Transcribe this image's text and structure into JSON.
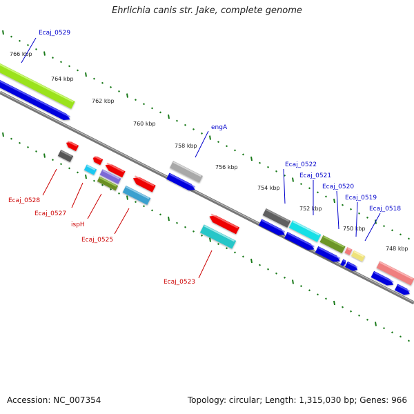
{
  "title": "Ehrlichia canis str. Jake, complete genome",
  "footer": {
    "accession": "Accession: NC_007354",
    "summary": "Topology: circular; Length: 1,315,030 bp; Genes: 966"
  },
  "ruler_labels": [
    "766 kbp",
    "764 kbp",
    "762 kbp",
    "760 kbp",
    "758 kbp",
    "756 kbp",
    "754 kbp",
    "752 kbp",
    "750 kbp",
    "748 kbp"
  ],
  "genes": [
    {
      "label": "Ecaj_0529",
      "strand": "forward",
      "color": "#0000cc"
    },
    {
      "label": "engA",
      "strand": "forward",
      "color": "#0000cc"
    },
    {
      "label": "Ecaj_0522",
      "strand": "forward",
      "color": "#0000cc"
    },
    {
      "label": "Ecaj_0521",
      "strand": "forward",
      "color": "#0000cc"
    },
    {
      "label": "Ecaj_0520",
      "strand": "forward",
      "color": "#0000cc"
    },
    {
      "label": "Ecaj_0519",
      "strand": "forward",
      "color": "#0000cc"
    },
    {
      "label": "Ecaj_0518",
      "strand": "forward",
      "color": "#0000cc"
    },
    {
      "label": "Ecaj_0528",
      "strand": "reverse",
      "color": "#cc0000"
    },
    {
      "label": "Ecaj_0527",
      "strand": "reverse",
      "color": "#cc0000"
    },
    {
      "label": "ispH",
      "strand": "reverse",
      "color": "#cc0000"
    },
    {
      "label": "Ecaj_0525",
      "strand": "reverse",
      "color": "#cc0000"
    },
    {
      "label": "Ecaj_0523",
      "strand": "reverse",
      "color": "#cc0000"
    }
  ],
  "colors": {
    "backbone": "#808080",
    "ticks": "#1a7a1a",
    "cds_blue": "#0000dd",
    "forward_label": "#0000cc",
    "reverse_label": "#cc0000"
  }
}
